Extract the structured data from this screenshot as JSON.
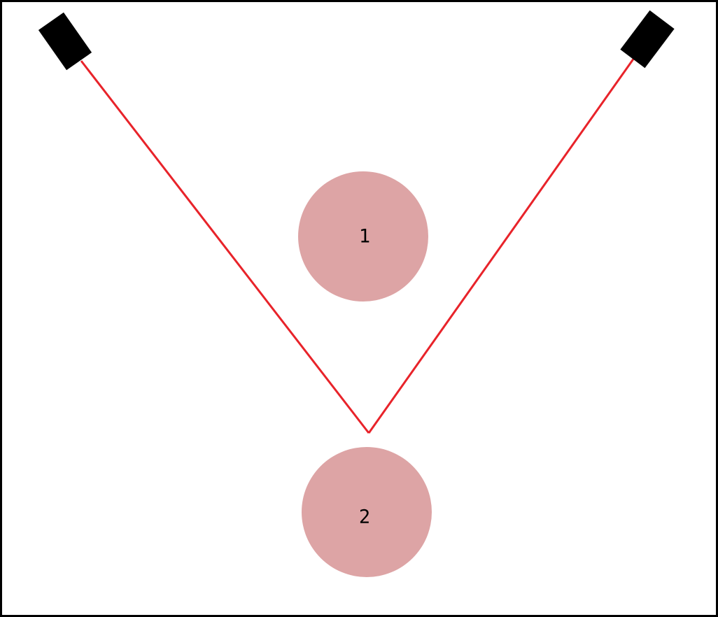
{
  "colors": {
    "background": "#ffffff",
    "frame": "#000000",
    "sensor": "#000000",
    "beam": "#e8232a",
    "object": "#dda4a5",
    "label": "#000000"
  },
  "sensors": [
    {
      "name": "sensor-left",
      "icon": "sensor-block"
    },
    {
      "name": "sensor-right",
      "icon": "sensor-block"
    }
  ],
  "objects": [
    {
      "label": "1"
    },
    {
      "label": "2"
    }
  ]
}
